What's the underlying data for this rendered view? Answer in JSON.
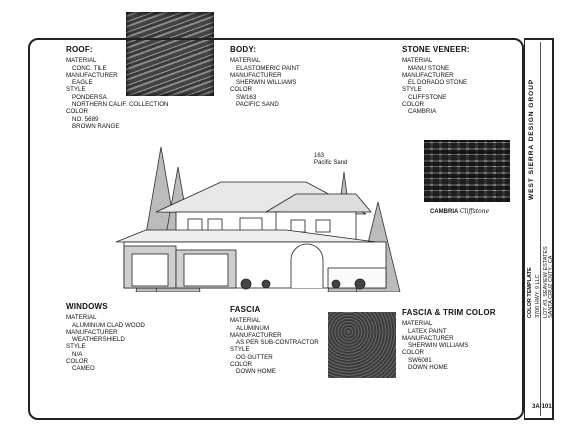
{
  "roof": {
    "heading": "ROOF:",
    "lines": [
      {
        "k": "MATERIAL",
        "v": "CONC. TILE"
      },
      {
        "k": "MANUFACTURER",
        "v": "EAGLE"
      },
      {
        "k": "STYLE",
        "v": "PONDERSA"
      },
      {
        "k": "",
        "v": "NORTHERN CALIF. COLLECTION"
      },
      {
        "k": "COLOR",
        "v": "NO. 5689"
      },
      {
        "k": "",
        "v": "BROWN RANGE"
      }
    ]
  },
  "body": {
    "heading": "BODY:",
    "lines": [
      {
        "k": "MATERIAL",
        "v": "ELASTOMERIC PAINT"
      },
      {
        "k": "MANUFACTURER",
        "v": "SHERWIN WILLIAMS"
      },
      {
        "k": "COLOR",
        "v": "SW163"
      },
      {
        "k": "",
        "v": "PACIFIC SAND"
      }
    ]
  },
  "stone": {
    "heading": "STONE VENEER:",
    "lines": [
      {
        "k": "MATERIAL",
        "v": "MANU STONE"
      },
      {
        "k": "MANUFACTURER",
        "v": "EL DORADO STONE"
      },
      {
        "k": "STYLE",
        "v": "CLIFFSTONE"
      },
      {
        "k": "COLOR",
        "v": "CAMBRIA"
      }
    ]
  },
  "windows": {
    "heading": "WINDOWS",
    "lines": [
      {
        "k": "MATERIAL",
        "v": "ALUMINUM CLAD WOOD"
      },
      {
        "k": "MANUFACTURER",
        "v": "WEATHERSHIELD"
      },
      {
        "k": "STYLE",
        "v": "N/A"
      },
      {
        "k": "COLOR",
        "v": "CAMEO"
      }
    ]
  },
  "fascia": {
    "heading": "FASCIA",
    "lines": [
      {
        "k": "MATERIAL",
        "v": "ALUMINUM"
      },
      {
        "k": "MANUFACTURER",
        "v": "AS PER SUB-CONTRACTOR"
      },
      {
        "k": "STYLE",
        "v": "OG GUTTER"
      },
      {
        "k": "COLOR",
        "v": "DOWN HOME"
      }
    ]
  },
  "trim": {
    "heading": "FASCIA & TRIM COLOR",
    "lines": [
      {
        "k": "MATERIAL",
        "v": "LATEX PAINT"
      },
      {
        "k": "MANUFACTURER",
        "v": "SHERWIN WILLIAMS"
      },
      {
        "k": "COLOR",
        "v": "SW6081"
      },
      {
        "k": "",
        "v": "DOWN HOME"
      }
    ]
  },
  "callout": {
    "number": "163",
    "name": "Pacific Sand"
  },
  "stone_caption": {
    "brand": "CAMBRIA",
    "script": "Cliffstone"
  },
  "titleblock": {
    "firm": "WEST SIERRA DESIGN GROUP",
    "sheet_title": "COLOR TEMPLATE",
    "address": "3700 HWY. 9 LLC",
    "lot": "LOT #3, SEAVIEW ESTATES",
    "city": "SANTA CRUZ CNTY., CA",
    "sheet": "3A-101"
  }
}
